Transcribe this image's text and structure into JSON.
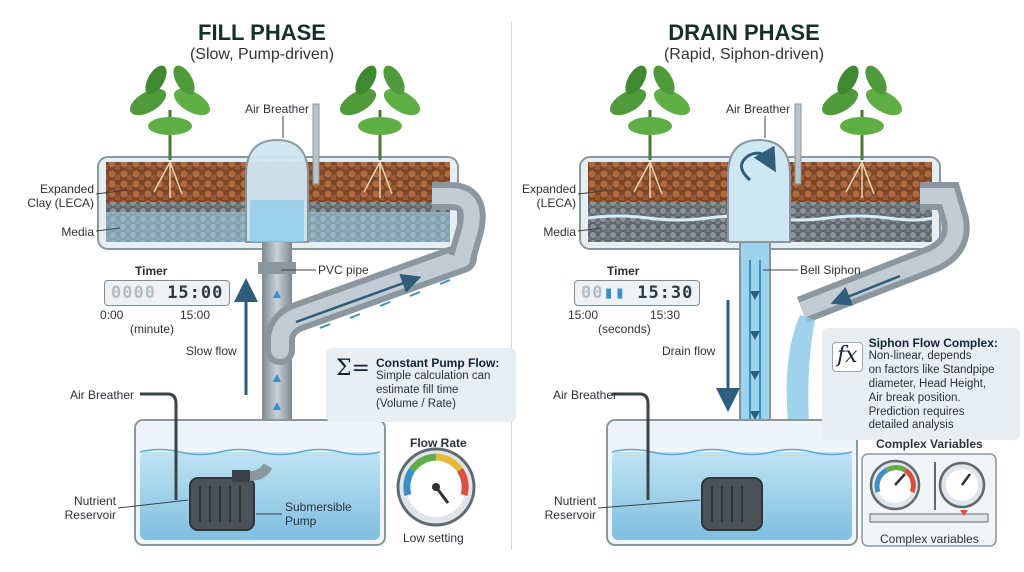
{
  "fill": {
    "title": "FILL PHASE",
    "subtitle": "(Slow, Pump-driven)",
    "air_breather_top": "Air Breather",
    "expanded": "Expanded",
    "clay": "Clay (LECA)",
    "media": "Media",
    "timer_label": "Timer",
    "timer_display": "15:00",
    "timer_start": "0:00",
    "timer_end": "15:00",
    "timer_unit": "(minute)",
    "pvc_pipe": "PVC pipe",
    "slow_flow": "Slow flow",
    "air_breather_bottom": "Air Breather",
    "info_title": "Constant Pump Flow:",
    "info_lines": [
      "Simple calculation can",
      "estimate fill time",
      "(Volume / Rate)"
    ],
    "flow_rate": "Flow Rate",
    "low_setting": "Low setting",
    "nutrient": "Nutrient",
    "reservoir": "Reservoir",
    "submersible": "Submersible",
    "pump": "Pump"
  },
  "drain": {
    "title": "DRAIN PHASE",
    "subtitle": "(Rapid, Siphon-driven)",
    "air_breather_top": "Air Breather",
    "expanded": "Expanded",
    "leca": "(LECA)",
    "media": "Media",
    "timer_label": "Timer",
    "timer_display": "15:30",
    "timer_start": "15:00",
    "timer_end": "15:30",
    "timer_unit": "(seconds)",
    "bell_siphon": "Bell Siphon",
    "drain_flow": "Drain flow",
    "air_breather_bottom": "Air Breather",
    "info_title": "Siphon Flow Complex:",
    "info_lines": [
      "Non-linear, depends",
      "on factors like Standpipe",
      "diameter, Head Height,",
      "Air break position.",
      "Prediction requires",
      "detailed analysis"
    ],
    "complex_vars_title": "Complex Variables",
    "complex_vars_caption": "Complex variables",
    "nutrient": "Nutrient",
    "reservoir": "Reservoir"
  },
  "icons": {
    "sigma": "sigma-icon",
    "fx": "function-fx-icon"
  },
  "colors": {
    "water": "#8fcbe8",
    "water_dark": "#3a8fc7",
    "pipe": "#9aa5ad",
    "clay": "#a0603a",
    "leaf": "#4f9a3a",
    "arrow": "#2f5d7c"
  }
}
